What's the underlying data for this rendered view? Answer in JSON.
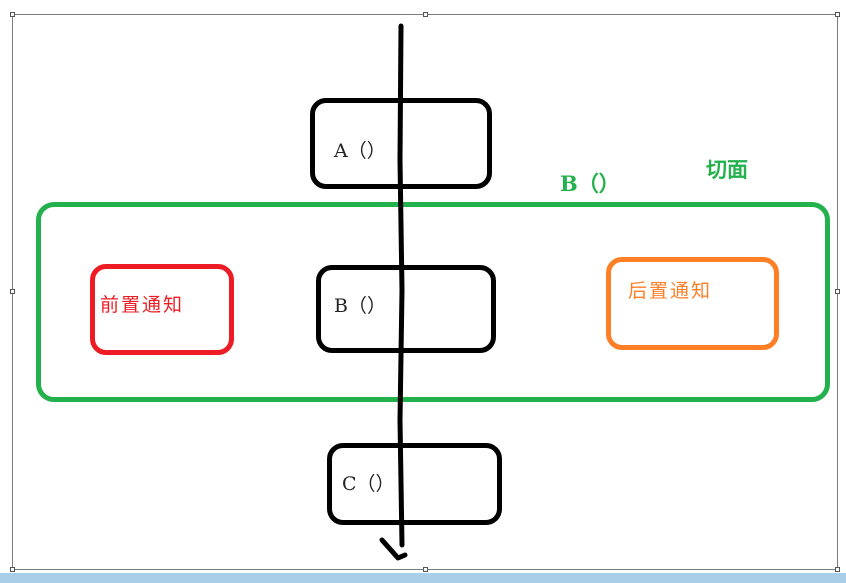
{
  "diagram": {
    "method_a_label": "A（）",
    "method_b_label": "B（）",
    "method_c_label": "C（）",
    "aspect_method_label": "B（）",
    "aspect_title": "切面",
    "before_advice_label": "前置通知",
    "after_advice_label": "后置通知",
    "colors": {
      "aspect": "#22b14c",
      "before_advice": "#ed1c24",
      "after_advice": "#ff7f27",
      "method_box": "#000000"
    }
  }
}
